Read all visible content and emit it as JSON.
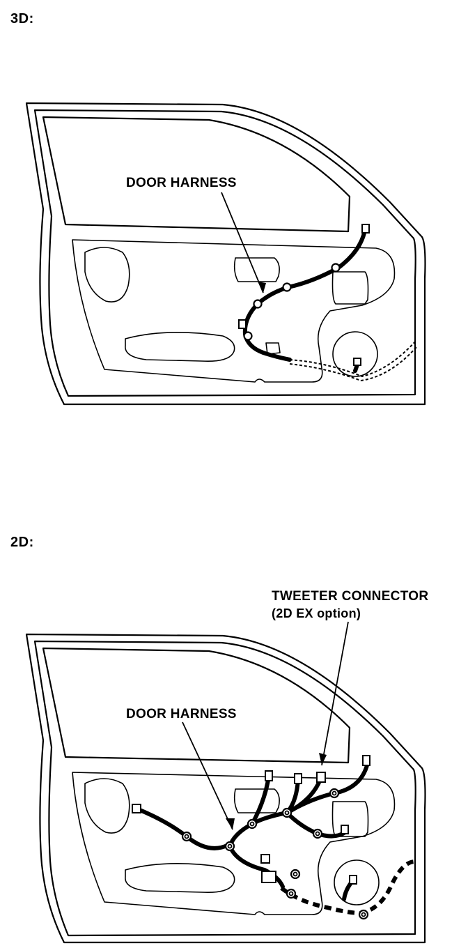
{
  "sections": [
    {
      "label": "3D:",
      "callouts": [
        {
          "text": "DOOR HARNESS"
        }
      ]
    },
    {
      "label": "2D:",
      "callouts": [
        {
          "text": "DOOR HARNESS"
        },
        {
          "text": "TWEETER CONNECTOR",
          "subtext": "(2D EX option)"
        }
      ]
    }
  ]
}
